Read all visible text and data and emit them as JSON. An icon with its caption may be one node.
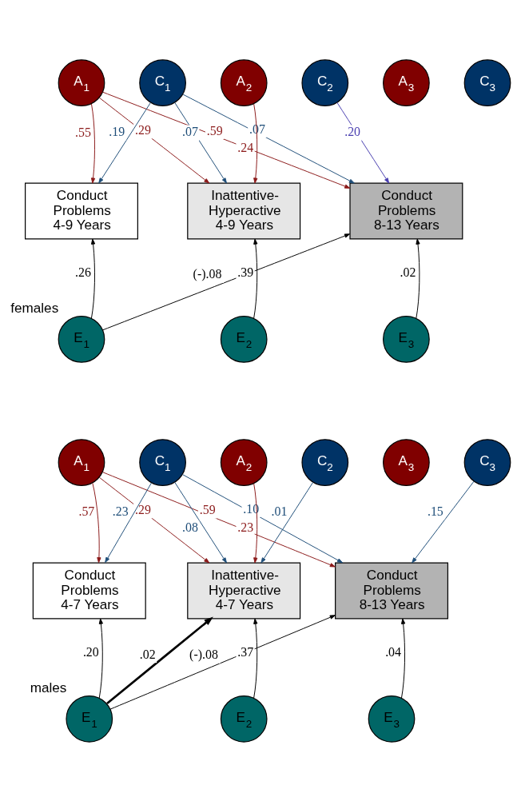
{
  "diagram": {
    "nodes": [
      {
        "text": [
          "A$_{1}$"
        ]
      },
      {
        "text": [
          "C$_{1}$"
        ]
      },
      {
        "text": [
          "A$_{2}$"
        ]
      },
      {
        "text": [
          "C$_{2}$"
        ]
      },
      {
        "text": [
          "A$_{3}$"
        ]
      },
      {
        "text": [
          "C$_{3}$"
        ]
      },
      {
        "text": [
          "Conduct Problems 4-9 Years"
        ]
      },
      {
        "text": [
          "Inattentive- Hyperactive 4-9 Years"
        ]
      },
      {
        "text": [
          "Conduct Problems 8-13 Years"
        ]
      },
      {
        "text": [
          "E$_{1}$"
        ],
        "beside": [
          "females"
        ]
      },
      {
        "text": [
          "E$_{2}$"
        ]
      },
      {
        "text": [
          "E$_{3}$"
        ]
      },
      {
        "text": [
          "A$_{1}$"
        ]
      },
      {
        "text": [
          "C$_{1}$"
        ]
      },
      {
        "text": [
          "A$_{2}$"
        ]
      },
      {
        "text": [
          "C$_{2}$"
        ]
      },
      {
        "text": [
          "A$_{3}$"
        ]
      },
      {
        "text": [
          "C$_{3}$"
        ]
      },
      {
        "text": [
          "Conduct Problems 4-7 Years"
        ]
      },
      {
        "text": [
          "Inattentive- Hyperactive 4-7 Years"
        ]
      },
      {
        "text": [
          "Conduct Problems 8-13 Years"
        ]
      },
      {
        "text": [
          "E$_{1}$"
        ],
        "beside": [
          "males"
        ]
      },
      {
        "text": [
          "E$_{2}$"
        ]
      },
      {
        "text": [
          "E$_{3}$"
        ]
      }
    ],
    "edges": [
      {
        "from": 0,
        "to": 6,
        "arrow": "to",
        "label": ".55",
        "color": "#8b1a1a"
      },
      {
        "from": 0,
        "to": 7,
        "arrow": "to",
        "label": ".29",
        "color": "#8b1a1a"
      },
      {
        "from": 0,
        "to": 8,
        "arrow": "to",
        "label": ".59",
        "color": "#8b1a1a"
      },
      {
        "from": 1,
        "to": 6,
        "arrow": "to",
        "label": ".19",
        "color": "#1f4e79"
      },
      {
        "from": 1,
        "to": 7,
        "arrow": "to",
        "label": ".07",
        "color": "#1f4e79"
      },
      {
        "from": 1,
        "to": 8,
        "arrow": "to",
        "label": ".07",
        "color": "#1f4e79"
      },
      {
        "from": 2,
        "to": 7,
        "arrow": "to",
        "label": ".24",
        "color": "#8b1a1a"
      },
      {
        "from": 3,
        "to": 8,
        "arrow": "to",
        "label": ".20",
        "color": "#4a3fb0"
      },
      {
        "from": 9,
        "to": 6,
        "arrow": "to",
        "label": ".26"
      },
      {
        "from": 9,
        "to": 8,
        "arrow": "to",
        "label": "(-).08"
      },
      {
        "from": 10,
        "to": 7,
        "arrow": "to",
        "label": ".39"
      },
      {
        "from": 11,
        "to": 8,
        "arrow": "to",
        "label": ".02"
      },
      {
        "from": 12,
        "to": 18,
        "arrow": "to",
        "label": ".57",
        "color": "#8b1a1a"
      },
      {
        "from": 12,
        "to": 19,
        "arrow": "to",
        "label": ".29",
        "color": "#8b1a1a"
      },
      {
        "from": 12,
        "to": 20,
        "arrow": "to",
        "label": ".59",
        "color": "#8b1a1a"
      },
      {
        "from": 13,
        "to": 18,
        "arrow": "to",
        "label": ".23",
        "color": "#1f4e79"
      },
      {
        "from": 13,
        "to": 19,
        "arrow": "to",
        "label": ".08",
        "color": "#1f4e79"
      },
      {
        "from": 13,
        "to": 20,
        "arrow": "to",
        "label": ".10",
        "color": "#1f4e79"
      },
      {
        "from": 14,
        "to": 19,
        "arrow": "to",
        "label": ".23",
        "color": "#8b1a1a"
      },
      {
        "from": 15,
        "to": 19,
        "arrow": "to",
        "label": ".01",
        "color": "#1f4e79"
      },
      {
        "from": 17,
        "to": 20,
        "arrow": "to",
        "label": ".15",
        "color": "#1f4e79"
      },
      {
        "from": 21,
        "to": 18,
        "arrow": "to",
        "label": ".20"
      },
      {
        "from": 21,
        "to": 19,
        "arrow": "to",
        "label": ".02",
        "style": "thick"
      },
      {
        "from": 21,
        "to": 20,
        "arrow": "to",
        "label": "(-).08"
      },
      {
        "from": 22,
        "to": 19,
        "arrow": "to",
        "label": ".37"
      },
      {
        "from": 23,
        "to": 20,
        "arrow": "to",
        "label": ".04"
      }
    ]
  }
}
